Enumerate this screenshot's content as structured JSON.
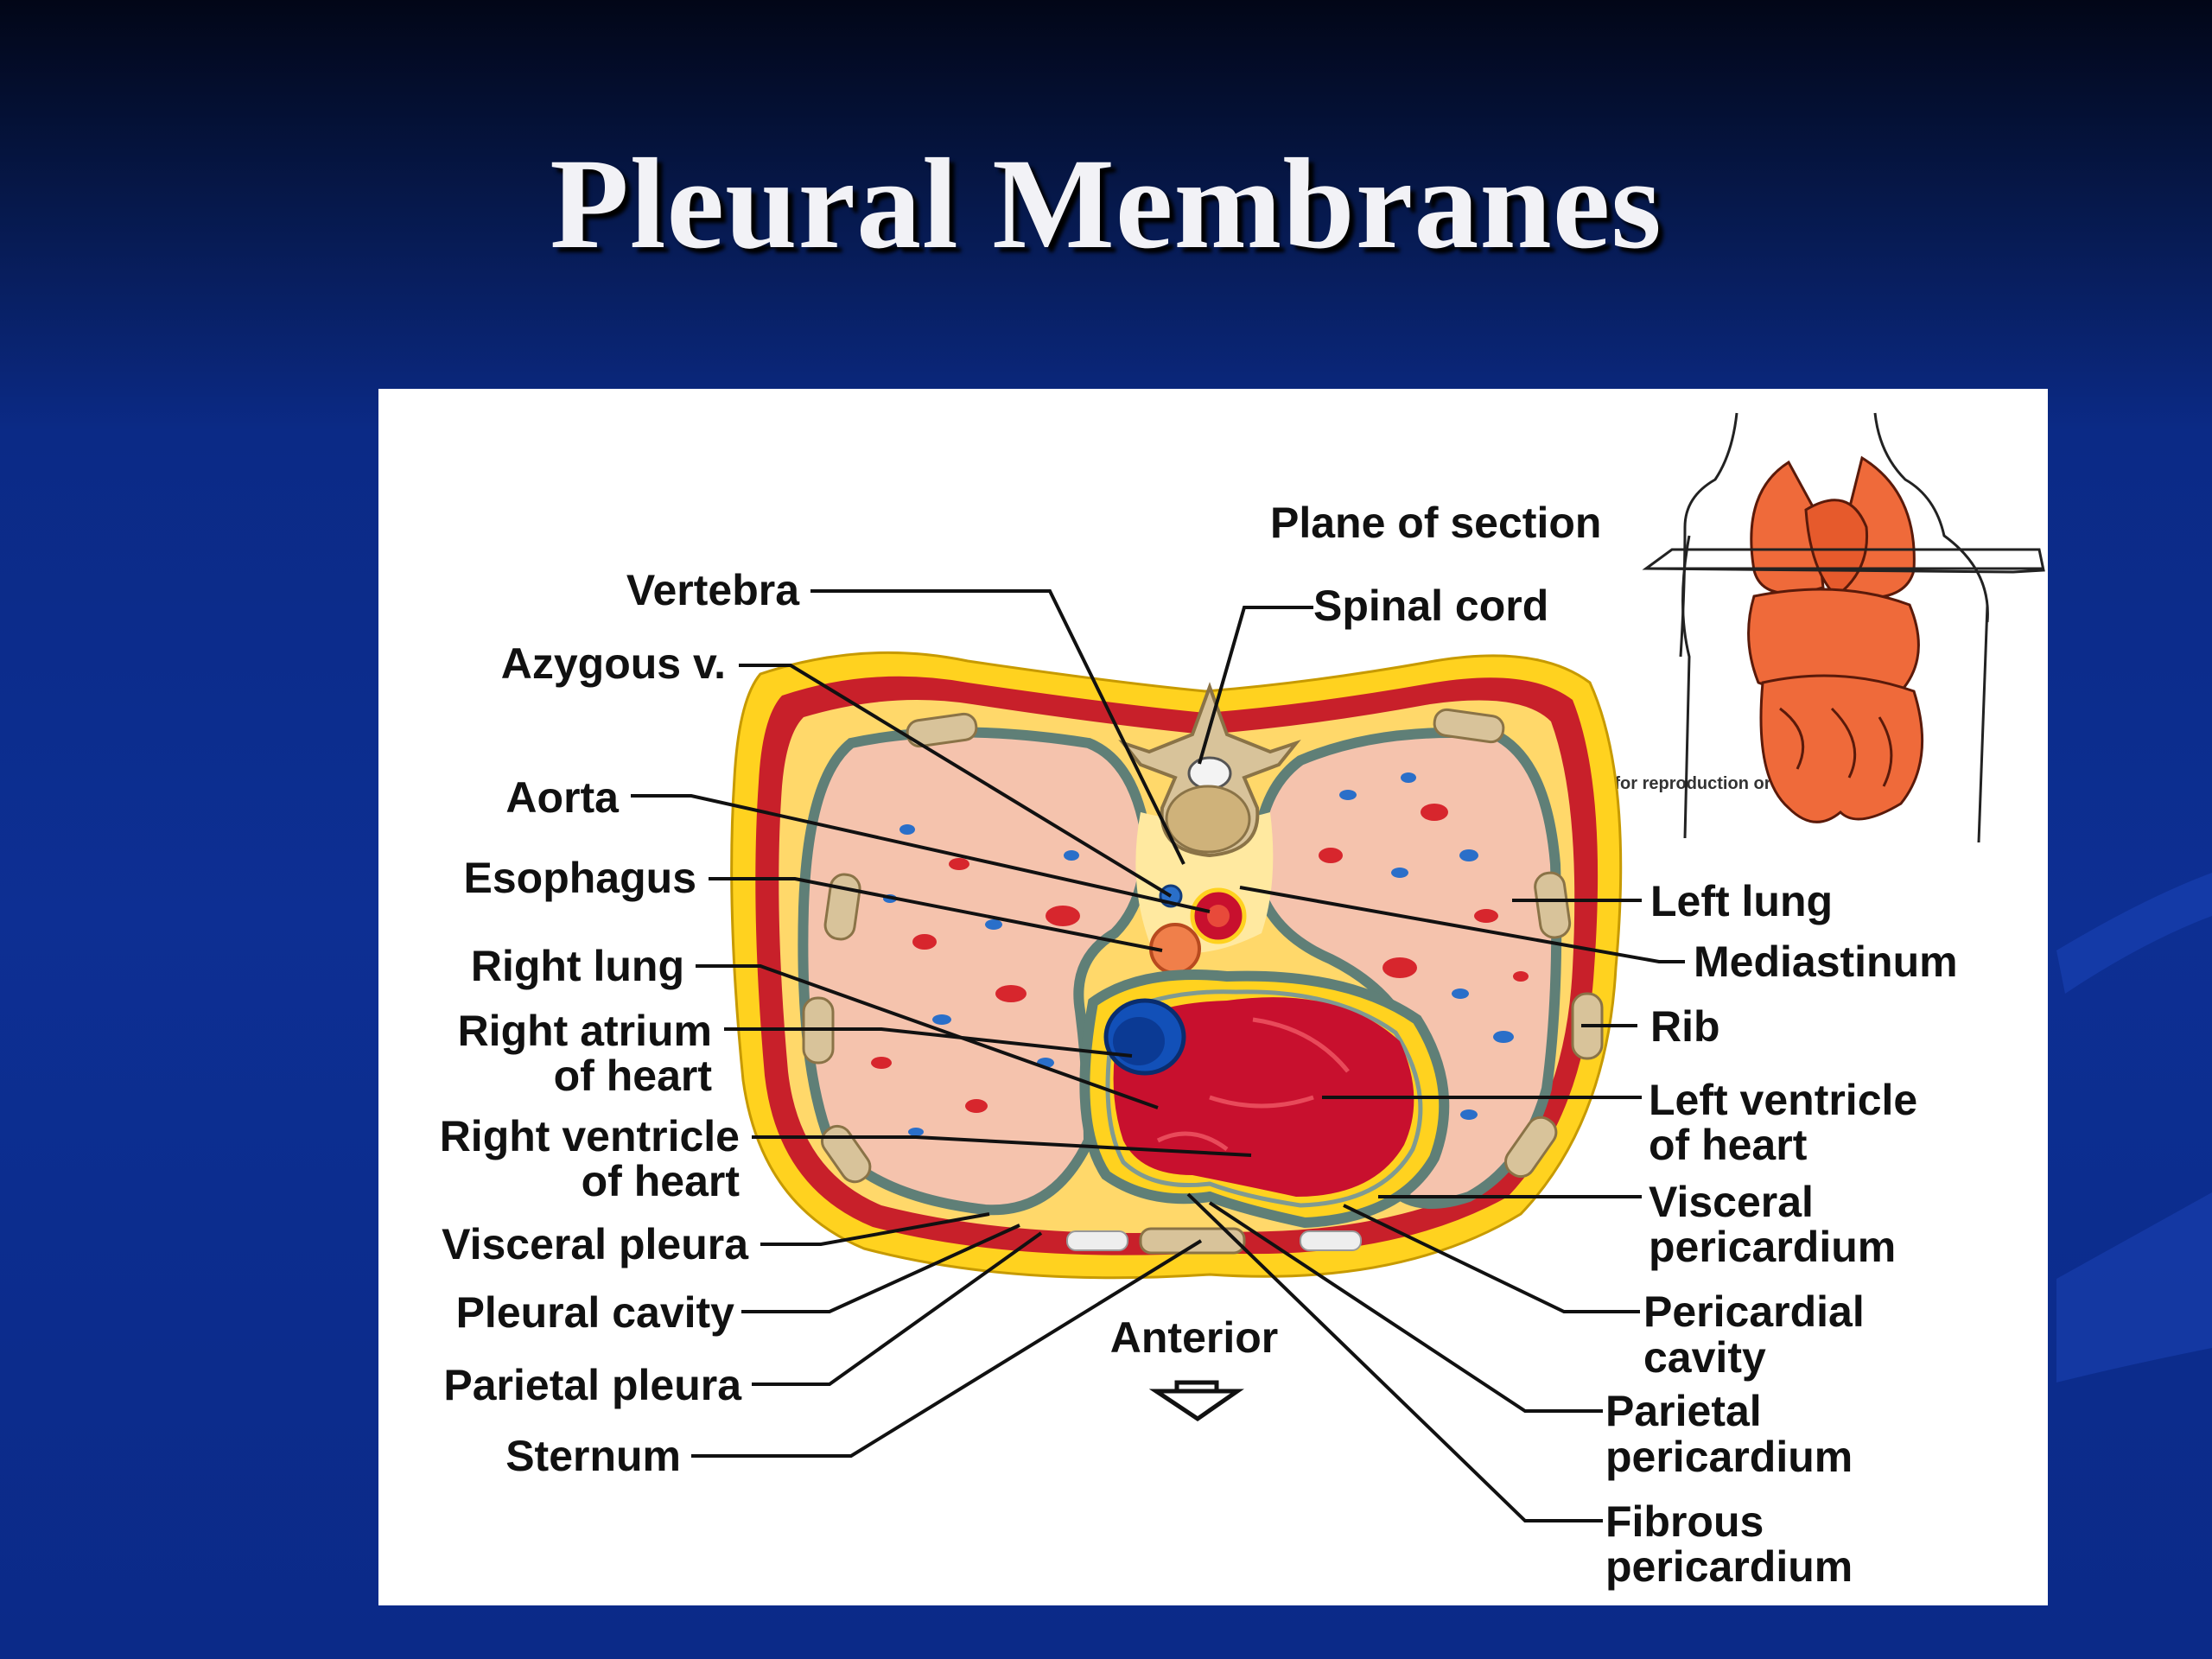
{
  "slide": {
    "title": "Pleural Membranes"
  },
  "figure": {
    "copyright": "Copyright © The McGraw-Hill Companies, Inc. Permission required for reproduction or display.",
    "inset_label": "Plane of section",
    "direction_label": "Anterior",
    "labels_left": {
      "vertebra": "Vertebra",
      "azygous": "Azygous v.",
      "aorta": "Aorta",
      "esophagus": "Esophagus",
      "right_lung": "Right lung",
      "right_atrium_1": "Right atrium",
      "right_atrium_2": "of heart",
      "right_ventricle_1": "Right ventricle",
      "right_ventricle_2": "of heart",
      "visceral_pleura": "Visceral pleura",
      "pleural_cavity": "Pleural cavity",
      "parietal_pleura": "Parietal pleura",
      "sternum": "Sternum"
    },
    "labels_right": {
      "spinal_cord": "Spinal cord",
      "left_lung": "Left lung",
      "mediastinum": "Mediastinum",
      "rib": "Rib",
      "left_ventricle_1": "Left ventricle",
      "left_ventricle_2": "of heart",
      "visceral_pericardium_1": "Visceral",
      "visceral_pericardium_2": "pericardium",
      "pericardial_cavity_1": "Pericardial",
      "pericardial_cavity_2": "cavity",
      "parietal_pericardium_1": "Parietal",
      "parietal_pericardium_2": "pericardium",
      "fibrous_pericardium_1": "Fibrous",
      "fibrous_pericardium_2": "pericardium"
    },
    "colors": {
      "lung": "#f5c3ad",
      "heart": "#c8102e",
      "fat": "#ffd21f",
      "muscle": "#c8202a",
      "bone": "#d8c39a",
      "membrane": "#5f7f77",
      "organ": "#ef6a3a"
    }
  }
}
